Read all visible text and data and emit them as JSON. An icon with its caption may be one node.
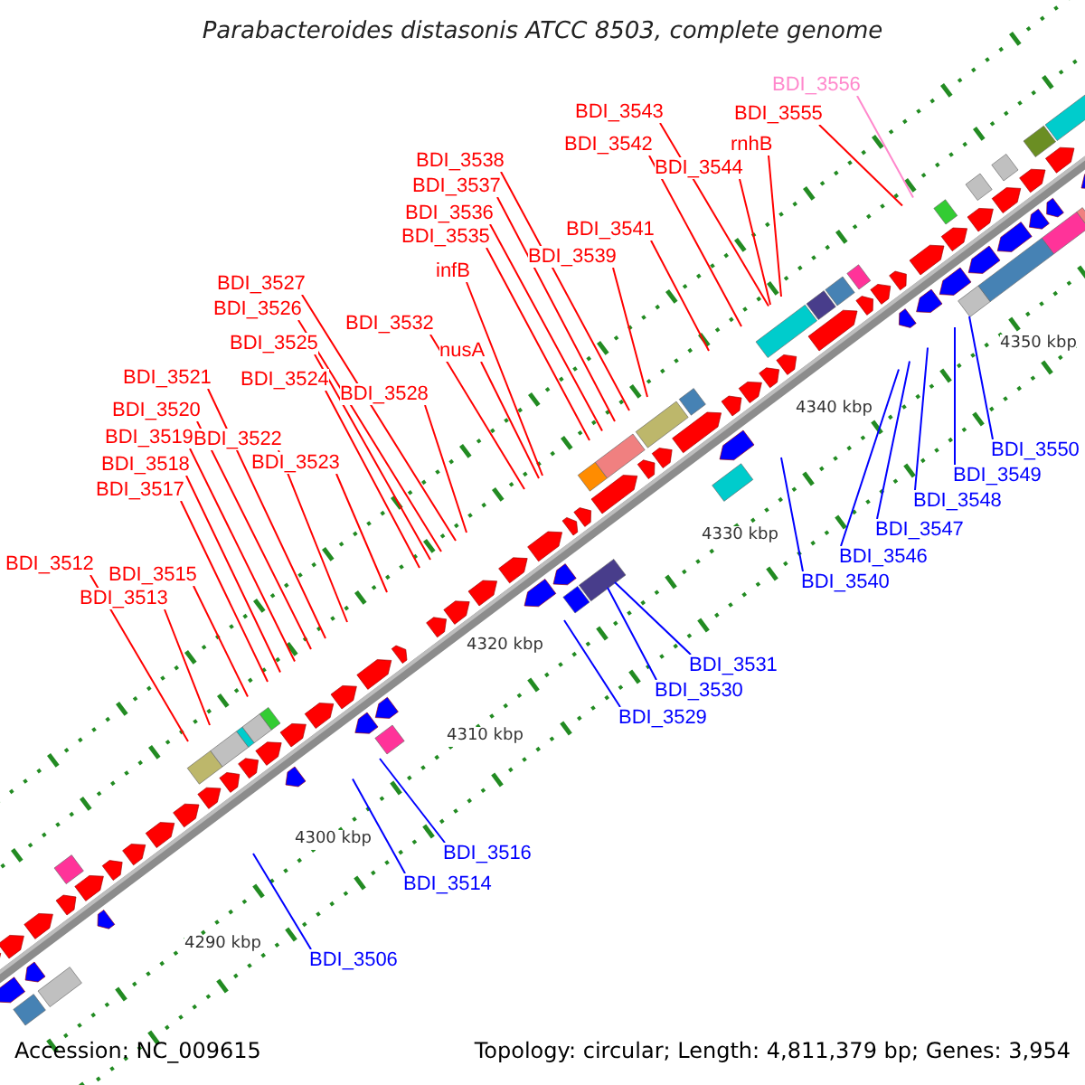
{
  "diagram": {
    "title": "Parabacteroides distasonis ATCC 8503, complete genome",
    "nodes": [
      {
        "text": [
          "BDI_3556"
        ]
      },
      {
        "text": [
          "BDI_3543"
        ]
      },
      {
        "text": [
          "BDI_3555"
        ]
      },
      {
        "text": [
          "BDI_3542"
        ]
      },
      {
        "text": [
          "rnhB"
        ]
      },
      {
        "text": [
          "BDI_3538"
        ]
      },
      {
        "text": [
          "BDI_3544"
        ]
      },
      {
        "text": [
          "BDI_3537"
        ]
      },
      {
        "text": [
          "BDI_3536"
        ]
      },
      {
        "text": [
          "BDI_3541"
        ]
      },
      {
        "text": [
          "BDI_3535"
        ]
      },
      {
        "text": [
          "BDI_3539"
        ]
      },
      {
        "text": [
          "infB"
        ]
      },
      {
        "text": [
          "BDI_3527"
        ]
      },
      {
        "text": [
          "BDI_3526"
        ]
      },
      {
        "text": [
          "BDI_3532"
        ]
      },
      {
        "text": [
          "BDI_3525"
        ]
      },
      {
        "text": [
          "nusA"
        ]
      },
      {
        "text": [
          "BDI_3521"
        ]
      },
      {
        "text": [
          "BDI_3524"
        ]
      },
      {
        "text": [
          "BDI_3528"
        ]
      },
      {
        "text": [
          "BDI_3520"
        ]
      },
      {
        "text": [
          "BDI_3519"
        ]
      },
      {
        "text": [
          "BDI_3522"
        ]
      },
      {
        "text": [
          "BDI_3550"
        ]
      },
      {
        "text": [
          "BDI_3518"
        ]
      },
      {
        "text": [
          "BDI_3523"
        ]
      },
      {
        "text": [
          "BDI_3549"
        ]
      },
      {
        "text": [
          "BDI_3517"
        ]
      },
      {
        "text": [
          "BDI_3548"
        ]
      },
      {
        "text": [
          "BDI_3547"
        ]
      },
      {
        "text": [
          "BDI_3546"
        ]
      },
      {
        "text": [
          "BDI_3512"
        ]
      },
      {
        "text": [
          "BDI_3515"
        ]
      },
      {
        "text": [
          "BDI_3540"
        ]
      },
      {
        "text": [
          "BDI_3513"
        ]
      },
      {
        "text": [
          "BDI_3531"
        ]
      },
      {
        "text": [
          "BDI_3530"
        ]
      },
      {
        "text": [
          "BDI_3529"
        ]
      },
      {
        "text": [
          "BDI_3516"
        ]
      },
      {
        "text": [
          "BDI_3514"
        ]
      },
      {
        "text": [
          "BDI_3506"
        ]
      }
    ],
    "edges": [
      {
        "from": 0,
        "to": null,
        "arrow": "none",
        "color": "#ff88cc"
      },
      {
        "from": 1,
        "to": null,
        "arrow": "none"
      },
      {
        "from": 2,
        "to": null,
        "arrow": "none"
      },
      {
        "from": 3,
        "to": null,
        "arrow": "none"
      },
      {
        "from": 4,
        "to": null,
        "arrow": "none"
      },
      {
        "from": 5,
        "to": null,
        "arrow": "none"
      },
      {
        "from": 6,
        "to": null,
        "arrow": "none"
      },
      {
        "from": 7,
        "to": null,
        "arrow": "none"
      },
      {
        "from": 8,
        "to": null,
        "arrow": "none"
      },
      {
        "from": 9,
        "to": null,
        "arrow": "none"
      },
      {
        "from": 10,
        "to": null,
        "arrow": "none"
      },
      {
        "from": 11,
        "to": null,
        "arrow": "none"
      },
      {
        "from": 12,
        "to": null,
        "arrow": "none"
      },
      {
        "from": 13,
        "to": null,
        "arrow": "none"
      },
      {
        "from": 14,
        "to": null,
        "arrow": "none"
      },
      {
        "from": 15,
        "to": null,
        "arrow": "none"
      },
      {
        "from": 16,
        "to": null,
        "arrow": "none"
      },
      {
        "from": 17,
        "to": null,
        "arrow": "none"
      },
      {
        "from": 18,
        "to": null,
        "arrow": "none"
      },
      {
        "from": 19,
        "to": null,
        "arrow": "none"
      },
      {
        "from": 20,
        "to": null,
        "arrow": "none"
      },
      {
        "from": 21,
        "to": null,
        "arrow": "none"
      },
      {
        "from": 22,
        "to": null,
        "arrow": "none"
      },
      {
        "from": 23,
        "to": null,
        "arrow": "none"
      },
      {
        "from": 24,
        "to": null,
        "arrow": "none",
        "color": "#0000ff"
      },
      {
        "from": 25,
        "to": null,
        "arrow": "none"
      },
      {
        "from": 26,
        "to": null,
        "arrow": "none"
      },
      {
        "from": 27,
        "to": null,
        "arrow": "none",
        "color": "#0000ff"
      },
      {
        "from": 28,
        "to": null,
        "arrow": "none"
      },
      {
        "from": 29,
        "to": null,
        "arrow": "none",
        "color": "#0000ff"
      },
      {
        "from": 30,
        "to": null,
        "arrow": "none",
        "color": "#0000ff"
      },
      {
        "from": 31,
        "to": null,
        "arrow": "none",
        "color": "#0000ff"
      },
      {
        "from": 32,
        "to": null,
        "arrow": "none"
      },
      {
        "from": 33,
        "to": null,
        "arrow": "none"
      },
      {
        "from": 34,
        "to": null,
        "arrow": "none",
        "color": "#0000ff"
      },
      {
        "from": 35,
        "to": null,
        "arrow": "none"
      },
      {
        "from": 36,
        "to": null,
        "arrow": "none",
        "color": "#0000ff"
      },
      {
        "from": 37,
        "to": null,
        "arrow": "none",
        "color": "#0000ff"
      },
      {
        "from": 38,
        "to": null,
        "arrow": "none",
        "color": "#0000ff"
      },
      {
        "from": 39,
        "to": null,
        "arrow": "none",
        "color": "#0000ff"
      },
      {
        "from": 40,
        "to": null,
        "arrow": "none",
        "color": "#0000ff"
      },
      {
        "from": 41,
        "to": null,
        "arrow": "none",
        "color": "#0000ff"
      }
    ],
    "labels": [
      "4350 kbp",
      "4340 kbp",
      "4330 kbp",
      "4320 kbp",
      "4310 kbp",
      "4300 kbp",
      "4290 kbp",
      "Accession: NC_009615",
      "Topology: circular; Length: 4,811,379 bp; Genes: 3,954"
    ]
  }
}
